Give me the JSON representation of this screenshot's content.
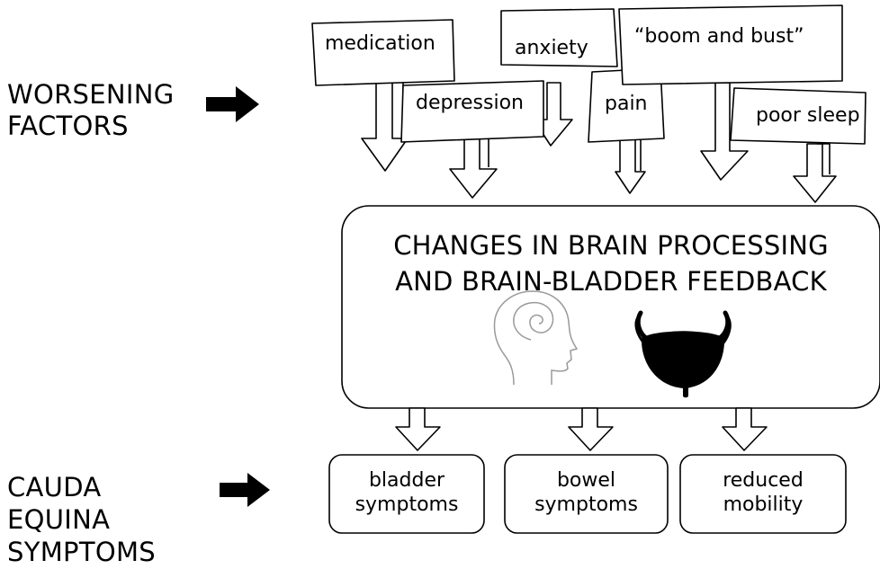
{
  "left_labels": {
    "worsening": [
      "WORSENING",
      "FACTORS"
    ],
    "cauda": [
      "CAUDA",
      "EQUINA",
      "SYMPTOMS"
    ]
  },
  "factors": {
    "medication": "medication",
    "anxiety": "anxiety",
    "boom_and_bust": "“boom and bust”",
    "depression": "depression",
    "pain": "pain",
    "poor_sleep": "poor sleep"
  },
  "center": {
    "title_line1": "CHANGES IN BRAIN PROCESSING",
    "title_line2": "AND BRAIN-BLADDER FEEDBACK",
    "icons": [
      "brain-head-icon",
      "bladder-icon"
    ]
  },
  "outputs": {
    "bladder": [
      "bladder",
      "symptoms"
    ],
    "bowel": [
      "bowel",
      "symptoms"
    ],
    "mobility": [
      "reduced",
      "mobility"
    ]
  }
}
